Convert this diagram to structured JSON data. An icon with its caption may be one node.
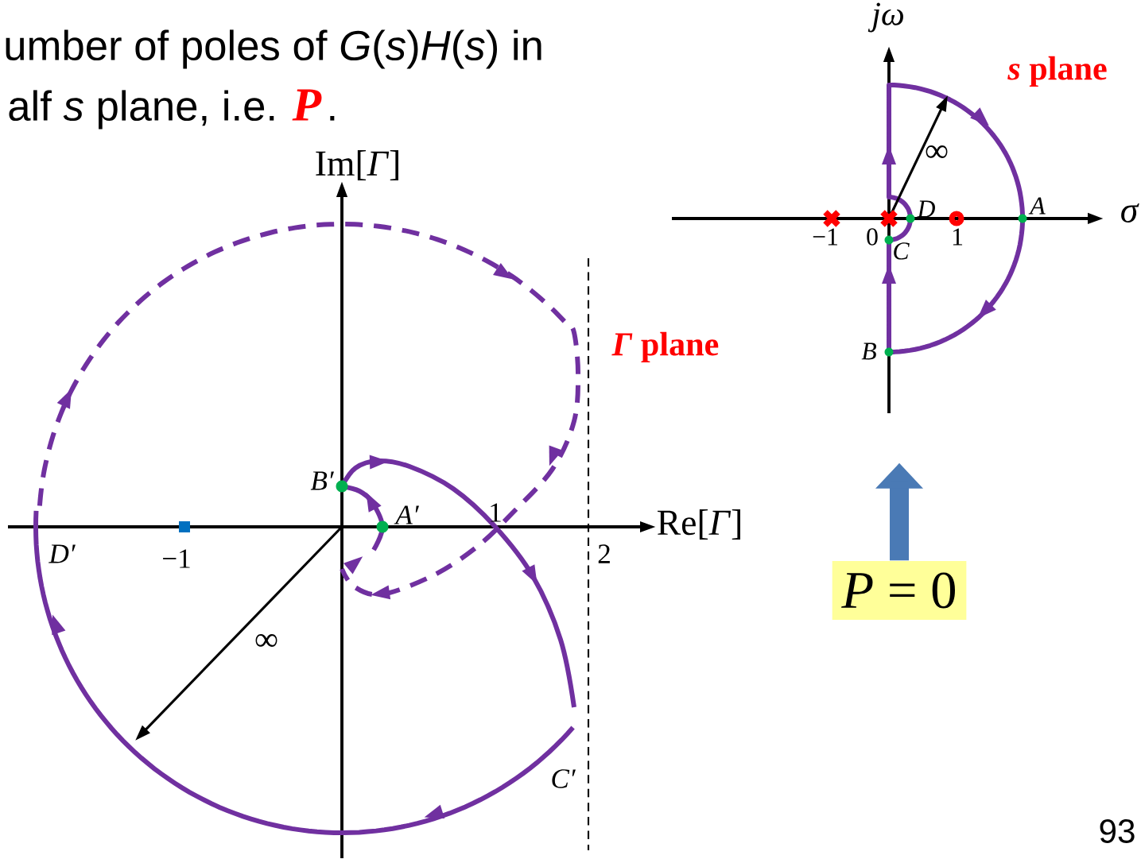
{
  "diagram": {
    "nodes": [
      {
        "text": [
          "*P* = 0"
        ]
      },
      {
        "text": [],
        "shape": "picture"
      }
    ],
    "edges": [
      {
        "from": 0,
        "to": 1,
        "arrow": "to"
      }
    ],
    "labels": [
      "umber of poles of *G*(*s*)*H*(*s*) in",
      "alf *s* plane, i.e.",
      "P",
      ".",
      "jω",
      "*s* plane",
      "Im[*Γ*]",
      "∞",
      "D",
      "A",
      "σ",
      "−1",
      "0",
      "1",
      "C",
      "*Γ* plane",
      "B",
      "B′",
      "A′",
      "1",
      "Re[*Γ*]",
      "D′",
      "−1",
      "2",
      "∞",
      "C′",
      "93"
    ]
  }
}
